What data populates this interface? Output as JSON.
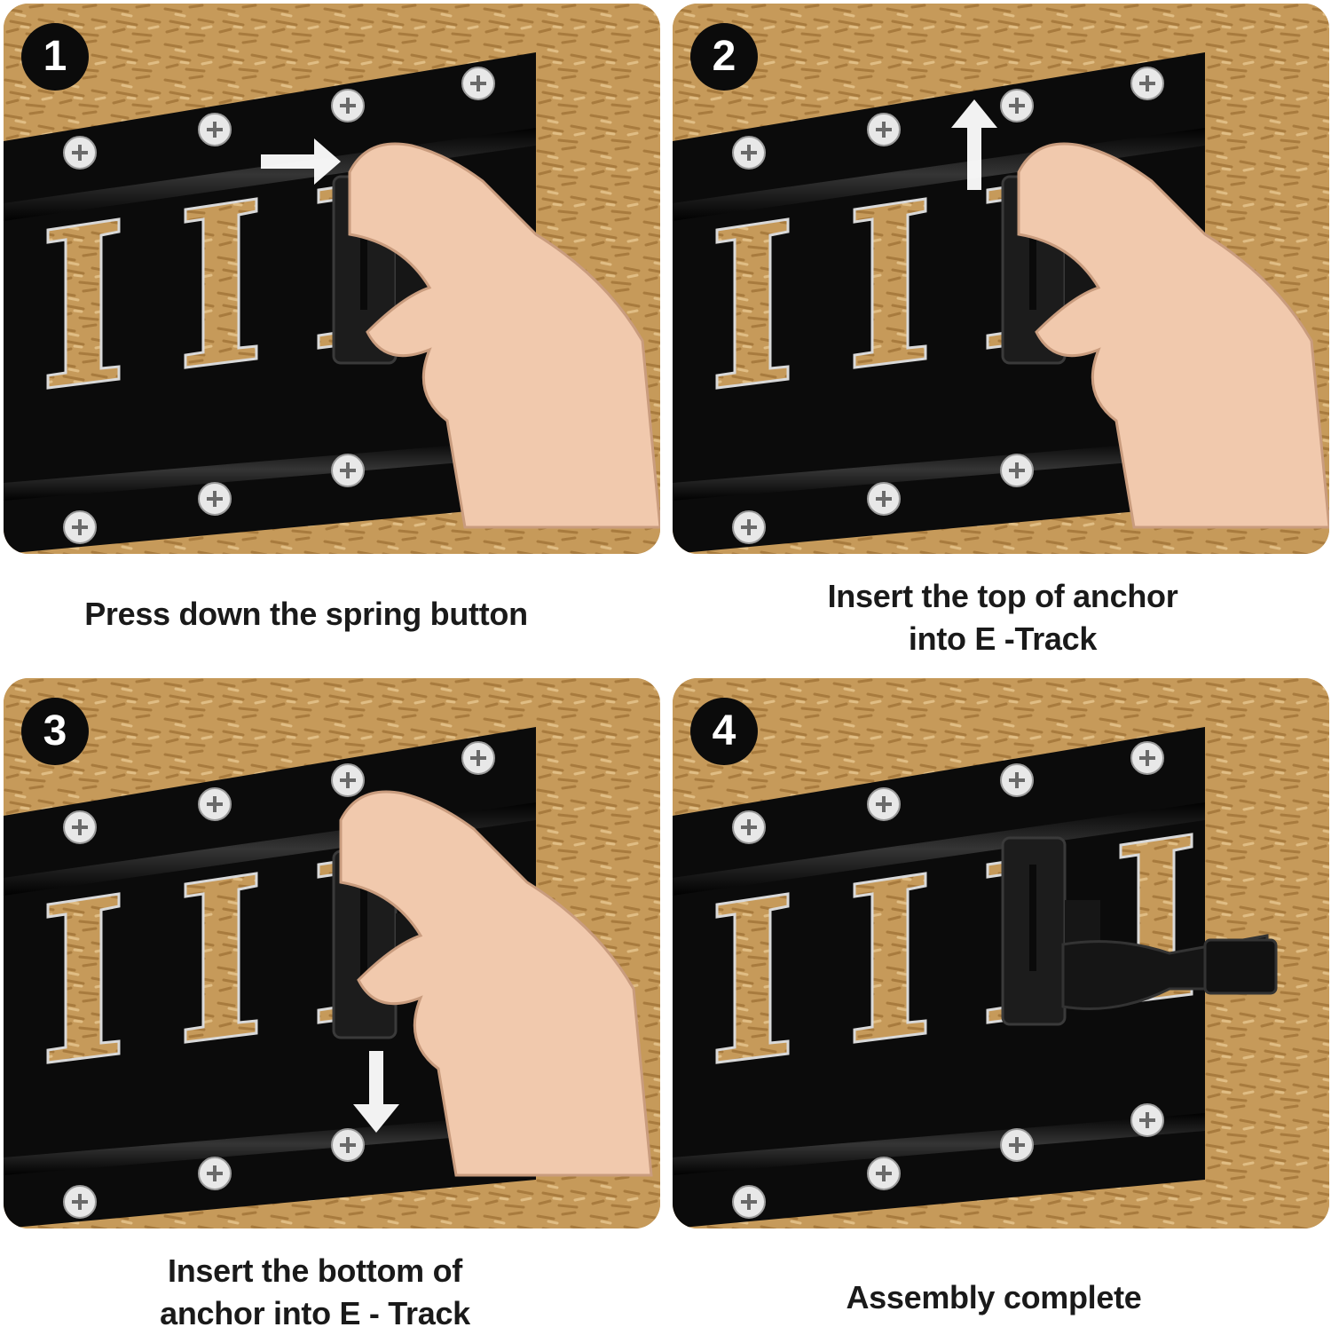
{
  "steps": [
    {
      "number": "1",
      "caption": "Press down the spring button",
      "arrow": "right"
    },
    {
      "number": "2",
      "caption": "Insert the top of anchor\ninto E -Track",
      "arrow": "up"
    },
    {
      "number": "3",
      "caption": "Insert the bottom of\nanchor  into E - Track",
      "arrow": "down"
    },
    {
      "number": "4",
      "caption": "Assembly complete",
      "arrow": "none"
    }
  ],
  "icons": [
    "screw-icon",
    "arrow-right-icon",
    "arrow-up-icon",
    "arrow-down-icon",
    "hand-icon",
    "anchor-icon"
  ],
  "colors": {
    "wood": "#c69a5a",
    "track": "#0b0b0b",
    "badge": "#0b0b0b",
    "text": "#1a1a1a",
    "skin": "#f1c9ad"
  }
}
